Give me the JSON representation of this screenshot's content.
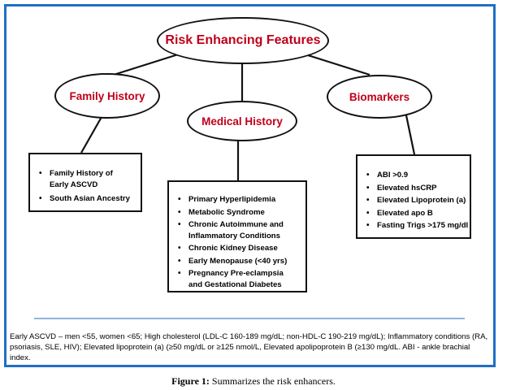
{
  "diagram": {
    "root": {
      "label": "Risk Enhancing Features"
    },
    "branches": [
      {
        "label": "Family History",
        "items": [
          "Family History of Early ASCVD",
          "South Asian Ancestry"
        ]
      },
      {
        "label": "Medical History",
        "items": [
          "Primary Hyperlipidemia",
          "Metabolic Syndrome",
          "Chronic Autoimmune and Inflammatory Conditions",
          "Chronic Kidney Disease",
          "Early Menopause (<40 yrs)",
          "Pregnancy Pre-eclampsia and Gestational Diabetes"
        ]
      },
      {
        "label": "Biomarkers",
        "items": [
          "ABI >0.9",
          "Elevated hsCRP",
          "Elevated Lipoprotein (a)",
          "Elevated apo B",
          "Fasting Trigs >175 mg/dl"
        ]
      }
    ]
  },
  "footnote": "Early ASCVD – men <55, women <65; High cholesterol (LDL-C 160-189 mg/dL; non-HDL-C 190-219 mg/dL); Inflammatory conditions (RA, psoriasis, SLE, HIV); Elevated lipoprotein (a) (≥50 mg/dL or ≥125 nmol/L, Elevated apolipoprotein B (≥130 mg/dL.  ABI - ankle brachial index.",
  "caption": {
    "label": "Figure 1:",
    "text": " Summarizes the risk enhancers."
  },
  "colors": {
    "frame": "#1f6fc5",
    "node_text": "#c0001a",
    "divider": "#8fb4dc"
  }
}
